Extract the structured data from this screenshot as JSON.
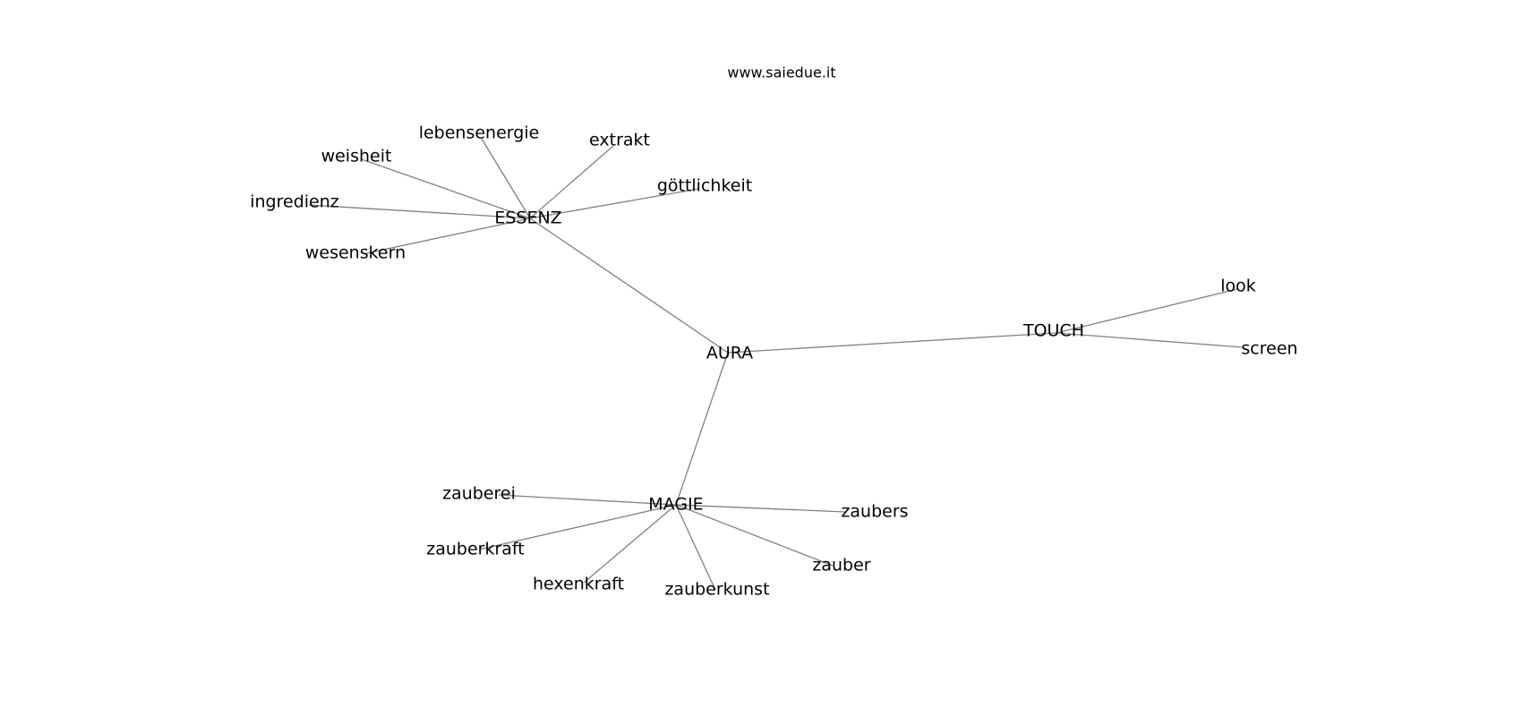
{
  "header": {
    "site": "www.saiedue.it"
  },
  "graph": {
    "nodes": [
      {
        "id": "AURA",
        "label": "AURA"
      },
      {
        "id": "ESSENZ",
        "label": "ESSENZ"
      },
      {
        "id": "TOUCH",
        "label": "TOUCH"
      },
      {
        "id": "MAGIE",
        "label": "MAGIE"
      },
      {
        "id": "lebensenergie",
        "label": "lebensenergie"
      },
      {
        "id": "extrakt",
        "label": "extrakt"
      },
      {
        "id": "weisheit",
        "label": "weisheit"
      },
      {
        "id": "göttlichkeit",
        "label": "göttlichkeit"
      },
      {
        "id": "ingredienz",
        "label": "ingredienz"
      },
      {
        "id": "wesenskern",
        "label": "wesenskern"
      },
      {
        "id": "look",
        "label": "look"
      },
      {
        "id": "screen",
        "label": "screen"
      },
      {
        "id": "zauberei",
        "label": "zauberei"
      },
      {
        "id": "zaubers",
        "label": "zaubers"
      },
      {
        "id": "zauberkraft",
        "label": "zauberkraft"
      },
      {
        "id": "zauber",
        "label": "zauber"
      },
      {
        "id": "hexenkraft",
        "label": "hexenkraft"
      },
      {
        "id": "zauberkunst",
        "label": "zauberkunst"
      }
    ],
    "edges": [
      [
        "AURA",
        "ESSENZ"
      ],
      [
        "AURA",
        "TOUCH"
      ],
      [
        "AURA",
        "MAGIE"
      ],
      [
        "ESSENZ",
        "lebensenergie"
      ],
      [
        "ESSENZ",
        "extrakt"
      ],
      [
        "ESSENZ",
        "weisheit"
      ],
      [
        "ESSENZ",
        "göttlichkeit"
      ],
      [
        "ESSENZ",
        "ingredienz"
      ],
      [
        "ESSENZ",
        "wesenskern"
      ],
      [
        "TOUCH",
        "look"
      ],
      [
        "TOUCH",
        "screen"
      ],
      [
        "MAGIE",
        "zauberei"
      ],
      [
        "MAGIE",
        "zaubers"
      ],
      [
        "MAGIE",
        "zauberkraft"
      ],
      [
        "MAGIE",
        "zauber"
      ],
      [
        "MAGIE",
        "hexenkraft"
      ],
      [
        "MAGIE",
        "zauberkunst"
      ]
    ]
  },
  "colors": {
    "edge": "#808080",
    "text": "#000000",
    "background": "#ffffff"
  }
}
